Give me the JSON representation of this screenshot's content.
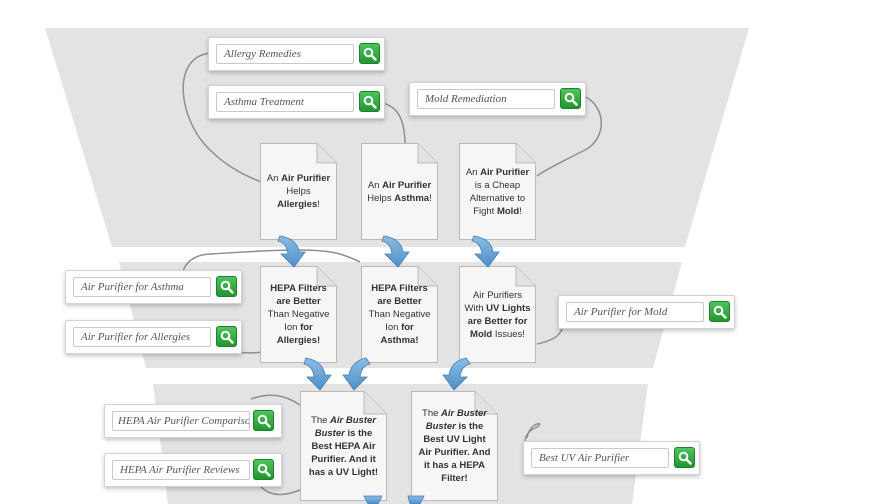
{
  "searches": {
    "allergy_remedies": "Allergy Remedies",
    "asthma_treatment": "Asthma Treatment",
    "mold_remediation": "Mold Remediation",
    "purifier_asthma": "Air Purifier for Asthma",
    "purifier_allergies": "Air Purifier for Allergies",
    "purifier_mold": "Air Purifier for Mold",
    "hepa_comparisons": "HEPA Air Purifier Comparisons",
    "hepa_reviews": "HEPA Air Purifier Reviews",
    "best_uv": "Best UV Air Purifier"
  },
  "docs": {
    "d1": {
      "t1": "An ",
      "b1": "Air Purifier",
      "t2": " Helps ",
      "b2": "Allergies",
      "t3": "!"
    },
    "d2": {
      "t1": "An ",
      "b1": "Air Purifier",
      "t2": " Helps ",
      "b2": "Asthma",
      "t3": "!"
    },
    "d3": {
      "t1": "An ",
      "b1": "Air Purifier",
      "t2": " is a Cheap Alternative to Fight ",
      "b2": "Mold",
      "t3": "!"
    },
    "d4": {
      "b1": "HEPA Filters are Better",
      "t1": " Than Negative Ion ",
      "b2": "for Allergies!"
    },
    "d5": {
      "b1": "HEPA Filters are Better",
      "t1": " Than Negative Ion ",
      "b2": "for Asthma!"
    },
    "d6": {
      "t1": "Air Purifiers With ",
      "b1": "UV Lights are Better for Mold",
      "t2": " Issues!"
    },
    "d7": {
      "t1": "The ",
      "i1": "Air Buster Buster",
      "b1": " is the Best HEPA Air Purifier.",
      "t2": " And it has a UV Light!"
    },
    "d8": {
      "t1": "The ",
      "i1": "Air Buster Buster",
      "b1": " is the Best UV Light Air Purifier.",
      "t2": " And it has a HEPA Filter!"
    }
  },
  "colors": {
    "funnel": "#e3e3e3",
    "arrow": "#5b9bd0",
    "button": "#2ea63a",
    "connector": "#8e8e8e"
  }
}
